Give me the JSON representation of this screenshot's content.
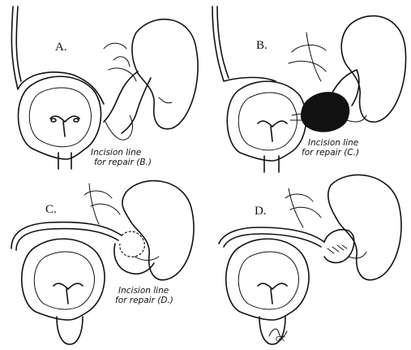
{
  "panels": [
    {
      "label": "A.",
      "note_line1": "Incision line",
      "note_line2": "for repair (B.)"
    },
    {
      "label": "B.",
      "note_line1": "Incision line",
      "note_line2": "for repair (C.)"
    },
    {
      "label": "C.",
      "note_line1": "Incision line",
      "note_line2": "for repair (D.)"
    },
    {
      "label": "D.",
      "note_line1": "",
      "note_line2": ""
    }
  ],
  "signature": "GK"
}
